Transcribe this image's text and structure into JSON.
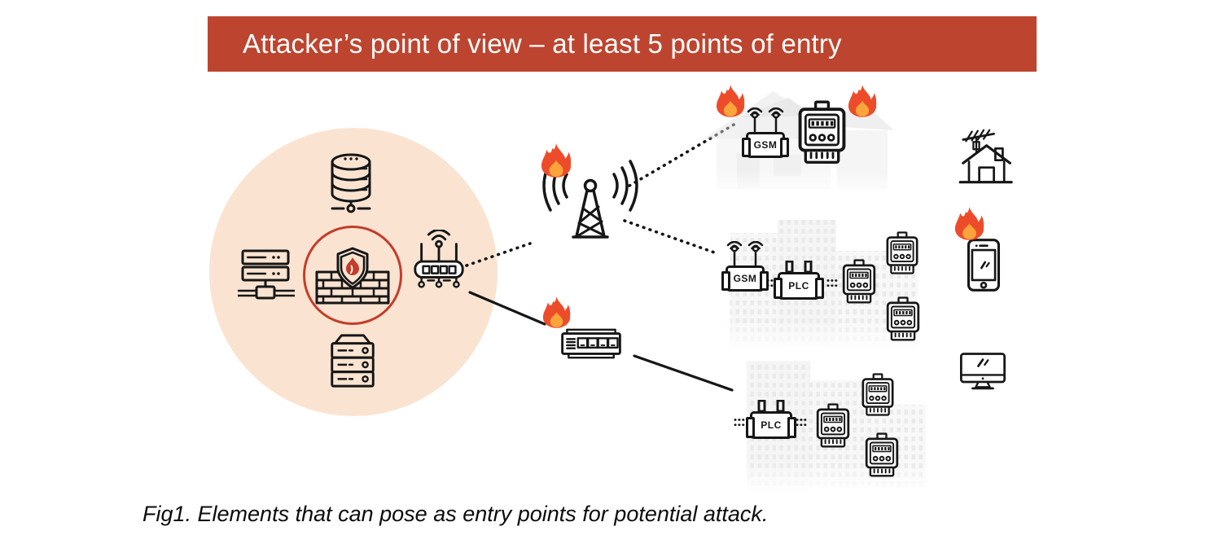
{
  "banner": {
    "title": "Attacker’s point of view – at least 5 points of entry"
  },
  "caption": {
    "text": "Fig1. Elements that can pose as entry points for potential attack."
  },
  "labels": {
    "gsm": "GSM",
    "plc": "PLC"
  },
  "colors": {
    "banner_bg": "#bd452f",
    "banner_text": "#ffffff",
    "circle_fill": "#fae4d1",
    "accent_red": "#c33d2a",
    "flame_outer": "#ed4c2a",
    "flame_inner": "#fba43b",
    "line": "#161616"
  },
  "icons": [
    "database-icon",
    "server-stack-icon",
    "firewall-shield-icon",
    "wifi-router-icon",
    "server-rack-icon",
    "cell-tower-icon",
    "fire-icon",
    "network-switch-icon",
    "gsm-modem-icon",
    "plc-modem-icon",
    "smart-meter-icon",
    "house-icon",
    "apartment-building-icon",
    "house-antenna-icon",
    "smartphone-icon",
    "desktop-monitor-icon"
  ]
}
